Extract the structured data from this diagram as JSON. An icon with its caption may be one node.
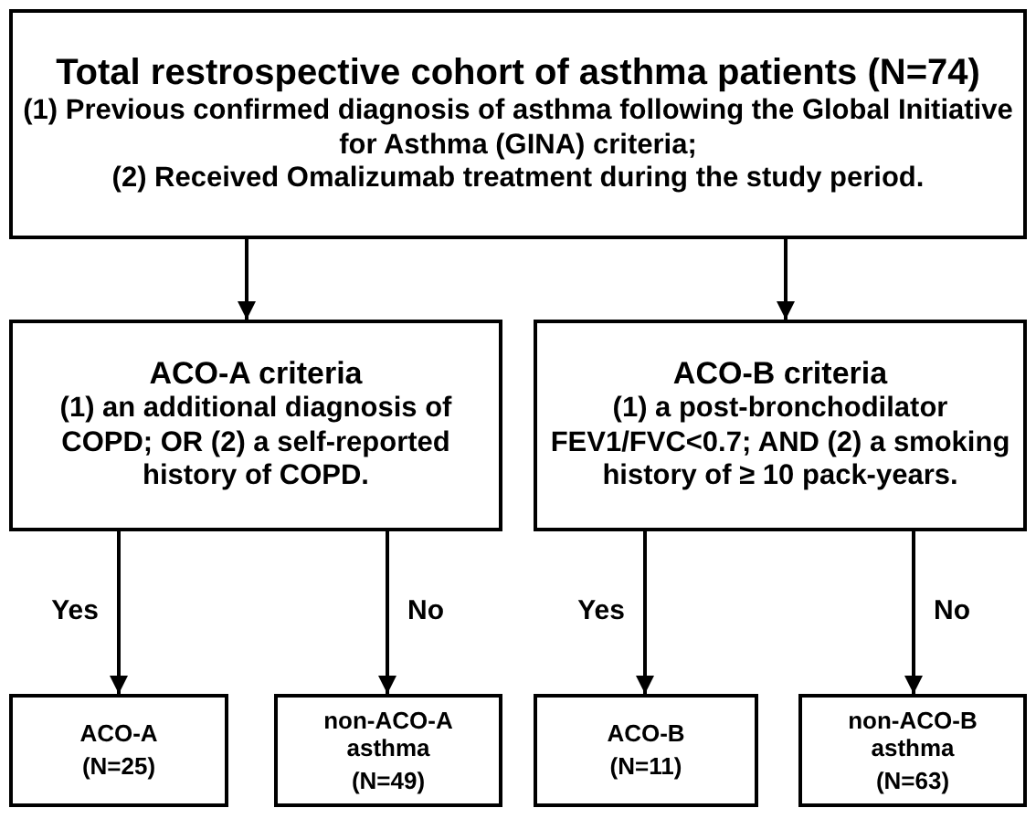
{
  "diagram": {
    "nodes": [
      {
        "text": [
          "Total restrospective cohort of asthma patients (N=74)",
          "(1) Previous confirmed diagnosis of asthma following the Global Initiative for Asthma (GINA) criteria;",
          "(2) Received Omalizumab treatment during the study period."
        ]
      },
      {
        "text": [
          "ACO-A criteria",
          "(1) an additional diagnosis of COPD; OR (2) a self-reported history of COPD."
        ]
      },
      {
        "text": [
          "ACO-B criteria",
          "(1) a post-bronchodilator FEV1/FVC<0.7; AND (2) a smoking history of ≥ 10 pack-years."
        ]
      },
      {
        "text": [
          "ACO-A",
          "(N=25)"
        ]
      },
      {
        "text": [
          "non-ACO-A asthma",
          "(N=49)"
        ]
      },
      {
        "text": [
          "ACO-B",
          "(N=11)"
        ]
      },
      {
        "text": [
          "non-ACO-B asthma",
          "(N=63)"
        ]
      }
    ],
    "edges": [
      {
        "from": 0,
        "to": 1,
        "arrow": "to"
      },
      {
        "from": 0,
        "to": 2,
        "arrow": "to"
      },
      {
        "from": 1,
        "to": 3,
        "arrow": "to",
        "label": "Yes"
      },
      {
        "from": 1,
        "to": 4,
        "arrow": "to",
        "label": "No"
      },
      {
        "from": 2,
        "to": 5,
        "arrow": "to",
        "label": "Yes"
      },
      {
        "from": 2,
        "to": 6,
        "arrow": "to",
        "label": "No"
      }
    ]
  }
}
